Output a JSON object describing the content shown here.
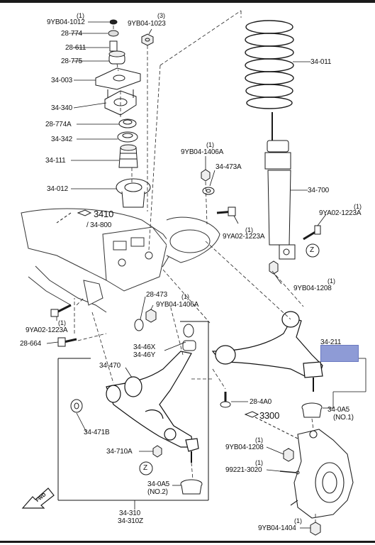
{
  "labels": {
    "q1_1012": "(1)",
    "p_1012": "9YB04-1012",
    "q3_1023": "(3)",
    "p_1023": "9YB04-1023",
    "p_28774": "28-774",
    "p_28611": "28-611",
    "p_28775": "28-775",
    "p_34003": "34-003",
    "p_34340": "34-340",
    "p_28774A": "28-774A",
    "p_34342": "34-342",
    "p_34111": "34-111",
    "p_34012": "34-012",
    "p_3410": "3410",
    "p_34800": "/ 34-800",
    "p_34011": "34-011",
    "q1_1406a_top": "(1)",
    "p_1406a_top": "9YB04-1406A",
    "p_34473A": "34-473A",
    "p_34700": "34-700",
    "q1_1223a_r": "(1)",
    "p_1223a_r": "9YA02-1223A",
    "q1_1223a_m": "(1)",
    "p_1223a_m": "9YA02-1223A",
    "z_top": "Z",
    "q1_1208_r": "(1)",
    "p_1208_r": "9YB04-1208",
    "p_28473": "28-473",
    "q1_1406a_mid": "(1)",
    "p_1406a_mid": "9YB04-1406A",
    "q1_1223a_l": "(1)",
    "p_1223a_l": "9YA02-1223A",
    "p_28664": "28-664",
    "p_3446X": "34-46X",
    "p_3446Y": "34-46Y",
    "p_34470": "34-470",
    "p_34211": "34-211",
    "p_284A0": "28-4A0",
    "p_3300": "3300",
    "p_340A5_no1": "34-0A5",
    "no1": "(NO.1)",
    "p_34471B": "34-471B",
    "p_34710A": "34-710A",
    "z_bottom": "Z",
    "q1_1208_b": "(1)",
    "p_1208_b": "9YB04-1208",
    "q1_3020": "(1)",
    "p_3020": "99221-3020",
    "p_340A5_no2": "34-0A5",
    "no2": "(NO.2)",
    "p_34310": "34-310",
    "p_34310Z": "34-310Z",
    "q1_1404": "(1)",
    "p_1404": "9YB04-1404",
    "fwd": "FWD"
  },
  "colors": {
    "highlight": "#8e9bd6",
    "line": "#1a1a1a"
  }
}
